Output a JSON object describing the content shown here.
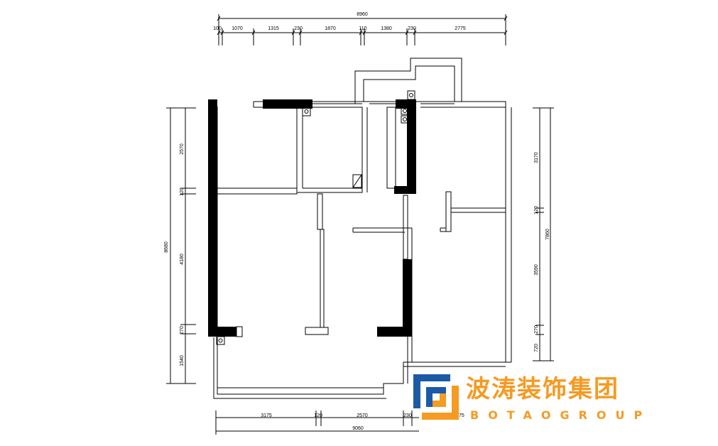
{
  "dimensions": {
    "top_total": "8960",
    "top_segments": [
      "100",
      "1070",
      "1315",
      "230",
      "1870",
      "110",
      "1380",
      "230",
      "2775"
    ],
    "left_total": "8680",
    "left_segments": [
      "2570",
      "120",
      "4180",
      "270",
      "1540"
    ],
    "right_total": "7860",
    "right_segments": [
      "3170",
      "120",
      "3590",
      "270",
      "720"
    ],
    "bottom_segments": [
      "3175",
      "120",
      "2570",
      "230",
      "2775"
    ],
    "bottom_total": "9060"
  },
  "brand": {
    "name_cn": "波涛装饰集团",
    "name_en": "BOTAOGROUP",
    "color_primary": "#f59a22",
    "color_secondary": "#1c5aa6"
  }
}
